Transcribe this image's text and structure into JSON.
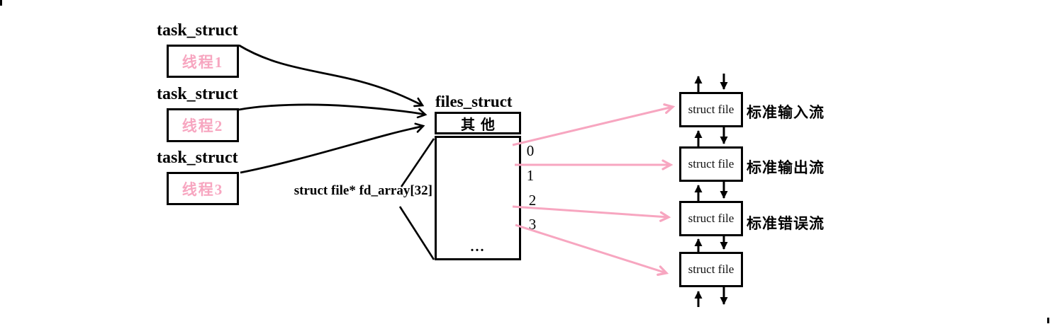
{
  "diagram": {
    "colors": {
      "pink": "#f7a6c0",
      "ink": "#000000"
    },
    "task_structs": [
      {
        "title": "task_struct",
        "thread": "线程1"
      },
      {
        "title": "task_struct",
        "thread": "线程2"
      },
      {
        "title": "task_struct",
        "thread": "线程3"
      }
    ],
    "files_struct": {
      "title": "files_struct",
      "header_cell": "其他",
      "ellipsis_cell": "...",
      "fd_indices": [
        "0",
        "1",
        "2",
        "3"
      ],
      "array_label": "struct file* fd_array[32]"
    },
    "file_nodes": [
      {
        "label": "struct file",
        "stream": "标准输入流"
      },
      {
        "label": "struct file",
        "stream": "标准输出流"
      },
      {
        "label": "struct file",
        "stream": "标准错误流"
      },
      {
        "label": "struct file",
        "stream": ""
      }
    ]
  }
}
